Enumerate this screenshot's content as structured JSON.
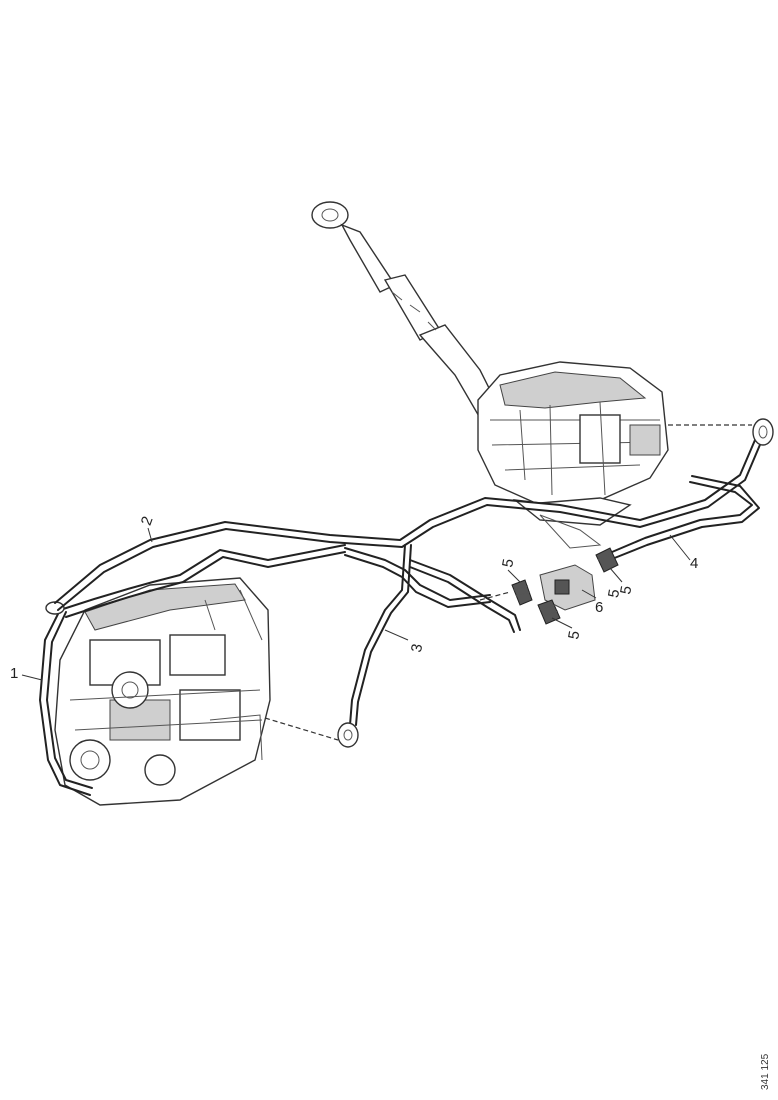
{
  "callouts": {
    "c1": "1",
    "c2": "2",
    "c3": "3",
    "c4": "4",
    "c5a": "5",
    "c5b": "5",
    "c5c": "5",
    "c5d": "5",
    "c6": "6"
  },
  "doc_ref": "341 125"
}
